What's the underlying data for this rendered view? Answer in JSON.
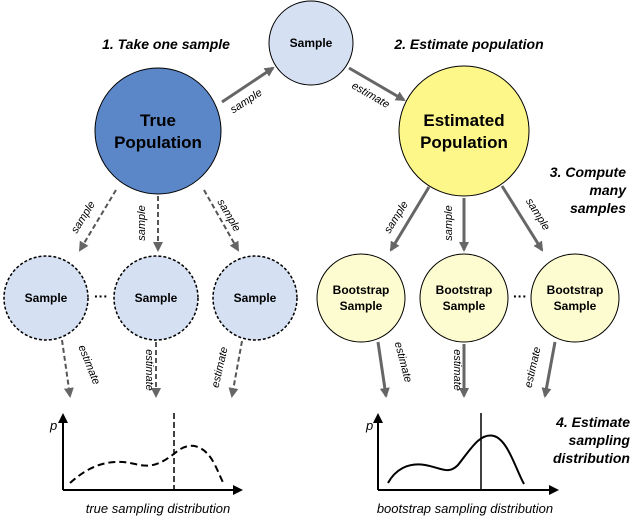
{
  "top_sample": "Sample",
  "true_population": [
    "True",
    "Population"
  ],
  "estimated_population": [
    "Estimated",
    "Population"
  ],
  "steps": {
    "one": "1. Take one sample",
    "two": "2. Estimate population",
    "three": [
      "3. Compute",
      "many",
      "samples"
    ],
    "four": [
      "4. Estimate",
      "sampling",
      "distribution"
    ]
  },
  "edge_labels": {
    "sample": "sample",
    "estimate": "estimate"
  },
  "left_samples": [
    "Sample",
    "Sample",
    "Sample"
  ],
  "bootstrap_samples": [
    [
      "Bootstrap",
      "Sample"
    ],
    [
      "Bootstrap",
      "Sample"
    ],
    [
      "Bootstrap",
      "Sample"
    ]
  ],
  "ellipsis": "···",
  "axis_label": "p",
  "captions": {
    "left": "true sampling distribution",
    "right": "bootstrap sampling distribution"
  },
  "colors": {
    "true_population": "#5b87c9",
    "sample_fill": "#d5e0f2",
    "estimated_population": "#fdf78a",
    "bootstrap_fill": "#fdfbd0",
    "arrow": "#666666"
  }
}
